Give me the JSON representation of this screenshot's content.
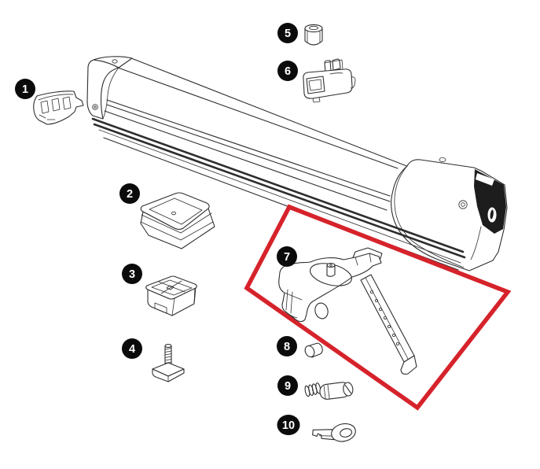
{
  "diagram": {
    "kind": "exploded-parts-diagram",
    "highlighted_part_number": "7",
    "part_count": 10
  },
  "colors": {
    "background": "#ffffff",
    "line_art": "#2e2e2e",
    "highlight_red": "#d6232b",
    "marker_fill": "#0b0b0b",
    "marker_text": "#ffffff"
  },
  "parts": [
    {
      "number": "1",
      "icon": "rail-end-clip-illustration"
    },
    {
      "number": "2",
      "icon": "square-adapter-pad-illustration"
    },
    {
      "number": "3",
      "icon": "t-track-adapter-block-illustration"
    },
    {
      "number": "4",
      "icon": "t-bolt-illustration"
    },
    {
      "number": "5",
      "icon": "barrel-nut-illustration"
    },
    {
      "number": "6",
      "icon": "clamp-bracket-illustration"
    },
    {
      "number": "7",
      "icon": "clamp-tower-with-strap-illustration"
    },
    {
      "number": "8",
      "icon": "barrel-pin-illustration"
    },
    {
      "number": "9",
      "icon": "lock-cylinder-illustration"
    },
    {
      "number": "10",
      "icon": "key-illustration"
    }
  ]
}
